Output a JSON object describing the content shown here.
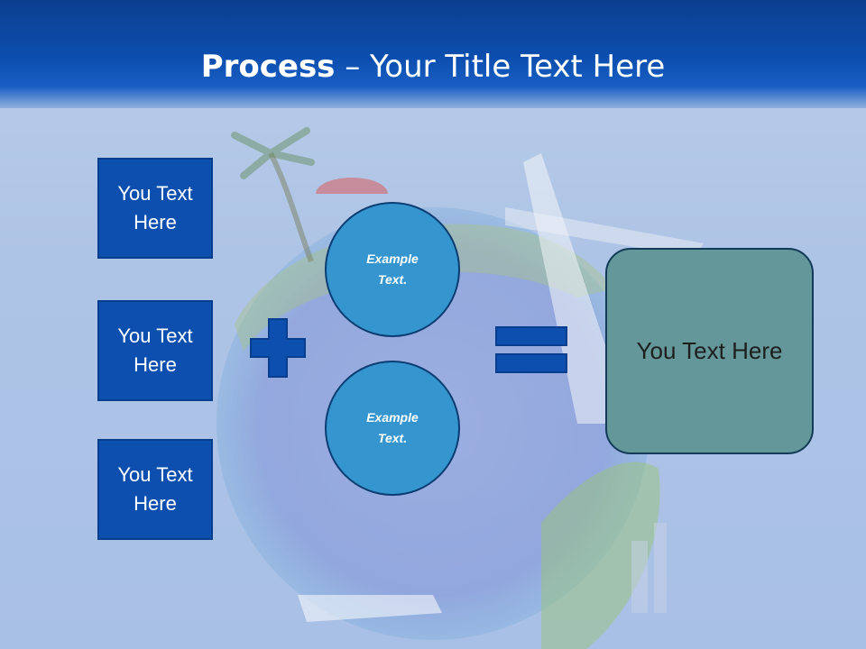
{
  "slide": {
    "title_bold": "Process",
    "title_rest": " – Your Title Text Here"
  },
  "left_boxes": [
    {
      "label": "You Text Here"
    },
    {
      "label": "You Text Here"
    },
    {
      "label": "You Text Here"
    }
  ],
  "circles": [
    {
      "label": "Example Text."
    },
    {
      "label": "Example Text."
    }
  ],
  "result_box": {
    "label": "You Text Here"
  },
  "icons": {
    "plus": "plus-sign-icon",
    "equals": "equals-sign-icon"
  },
  "colors": {
    "header": "#0c4fb0",
    "box_fill": "#0d4fae",
    "circle_fill": "#3596cf",
    "result_fill": "#64979a",
    "operator": "#0d4fae"
  }
}
